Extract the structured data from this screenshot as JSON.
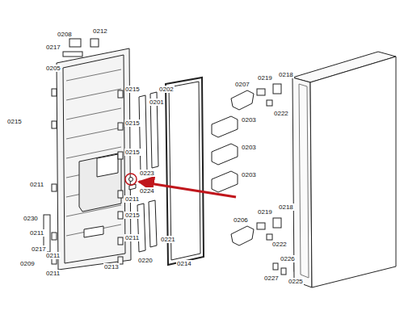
{
  "diagram": {
    "labels": [
      "0208",
      "0212",
      "0217",
      "0205",
      "0215",
      "0202",
      "0201",
      "0207",
      "0219",
      "0218",
      "0222",
      "0215",
      "0215",
      "0203",
      "0215",
      "0203",
      "0211",
      "0223",
      "0224",
      "0211",
      "0203",
      "0215",
      "0230",
      "0206",
      "0219",
      "0218",
      "0211",
      "0221",
      "0211",
      "0222",
      "0217",
      "0211",
      "0209",
      "0220",
      "0214",
      "0213",
      "0211",
      "0226",
      "0227",
      "0225"
    ]
  }
}
